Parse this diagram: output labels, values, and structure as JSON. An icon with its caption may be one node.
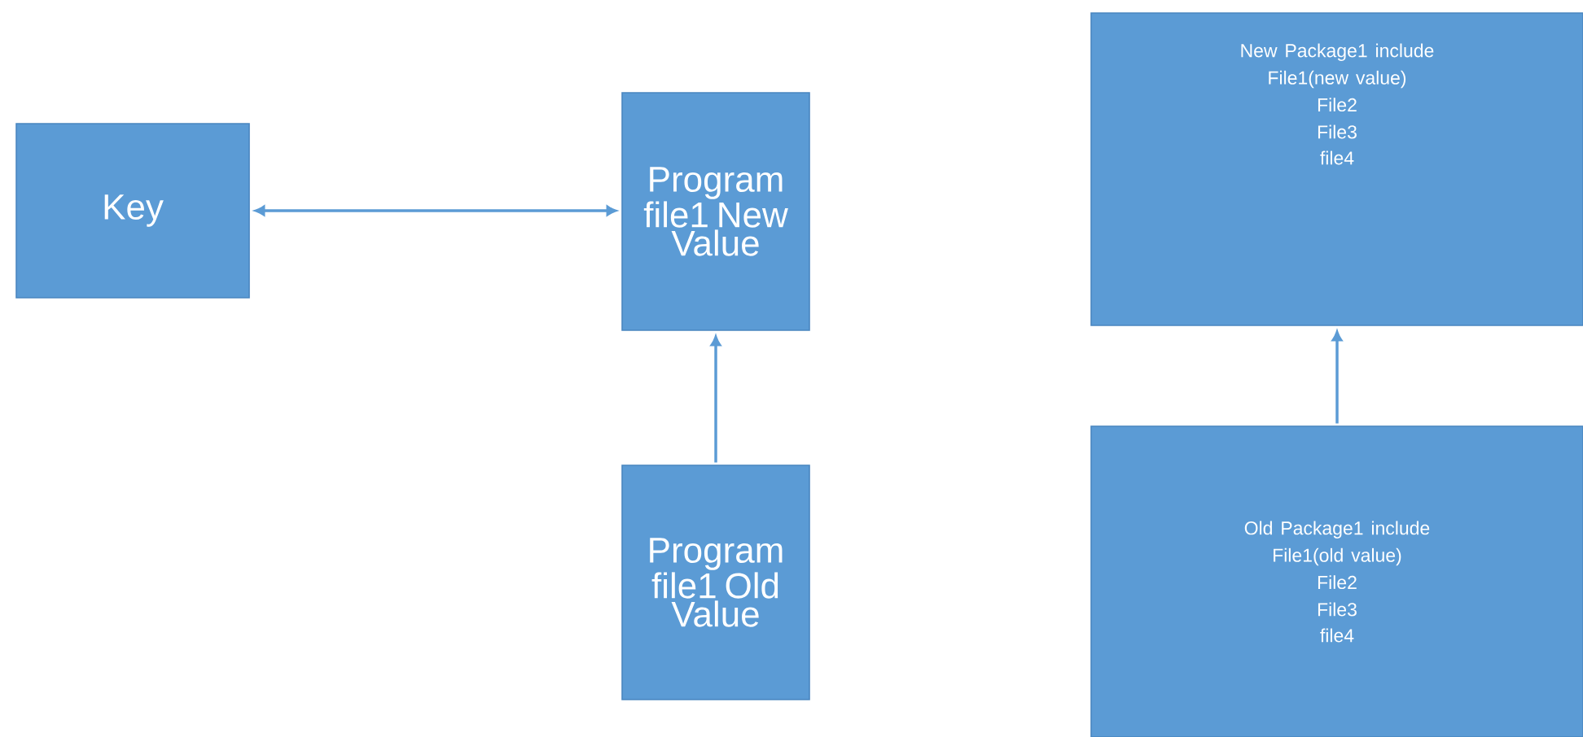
{
  "diagram": {
    "nodes": [
      {
        "text": [
          "Key"
        ]
      },
      {
        "text": [
          "Program file1 New Value"
        ]
      },
      {
        "text": [
          "Program file1 Old Value"
        ]
      },
      {
        "text": [
          "New Package1 include",
          "File1(new value)",
          "File2",
          "File3",
          "file4"
        ]
      },
      {
        "text": [
          "Old Package1 include",
          "File1(old value)",
          "File2",
          "File3",
          "file4"
        ]
      }
    ],
    "edges": [
      {
        "from": 0,
        "to": 1,
        "arrow": "both"
      },
      {
        "from": 2,
        "to": 1,
        "arrow": "to"
      },
      {
        "from": 4,
        "to": 3,
        "arrow": "to"
      }
    ]
  }
}
